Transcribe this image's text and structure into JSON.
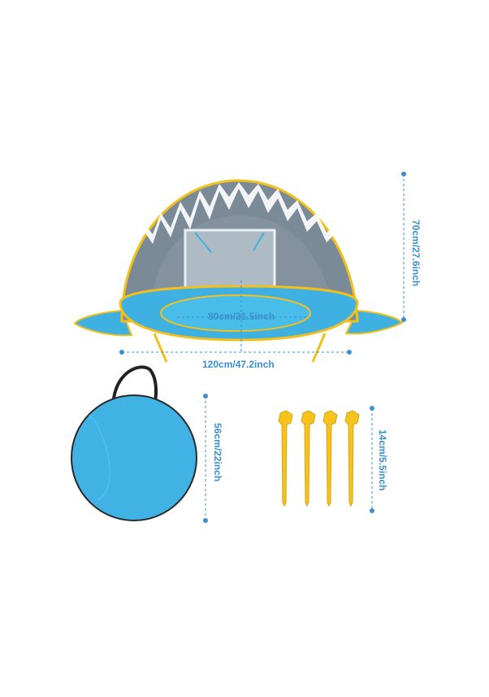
{
  "dimensions": {
    "tent_height": "70cm/27.6inch",
    "pool_diameter": "80cm/31.5inch",
    "tent_width": "120cm/47.2inch",
    "bag_diameter": "56cm/22inch",
    "stake_length": "14cm/5.5inch"
  },
  "colors": {
    "tent_blue": "#3fb0e2",
    "tent_gray": "#7a8a96",
    "trim_yellow": "#f2c01c",
    "dimension_blue": "#3a8fcf"
  }
}
